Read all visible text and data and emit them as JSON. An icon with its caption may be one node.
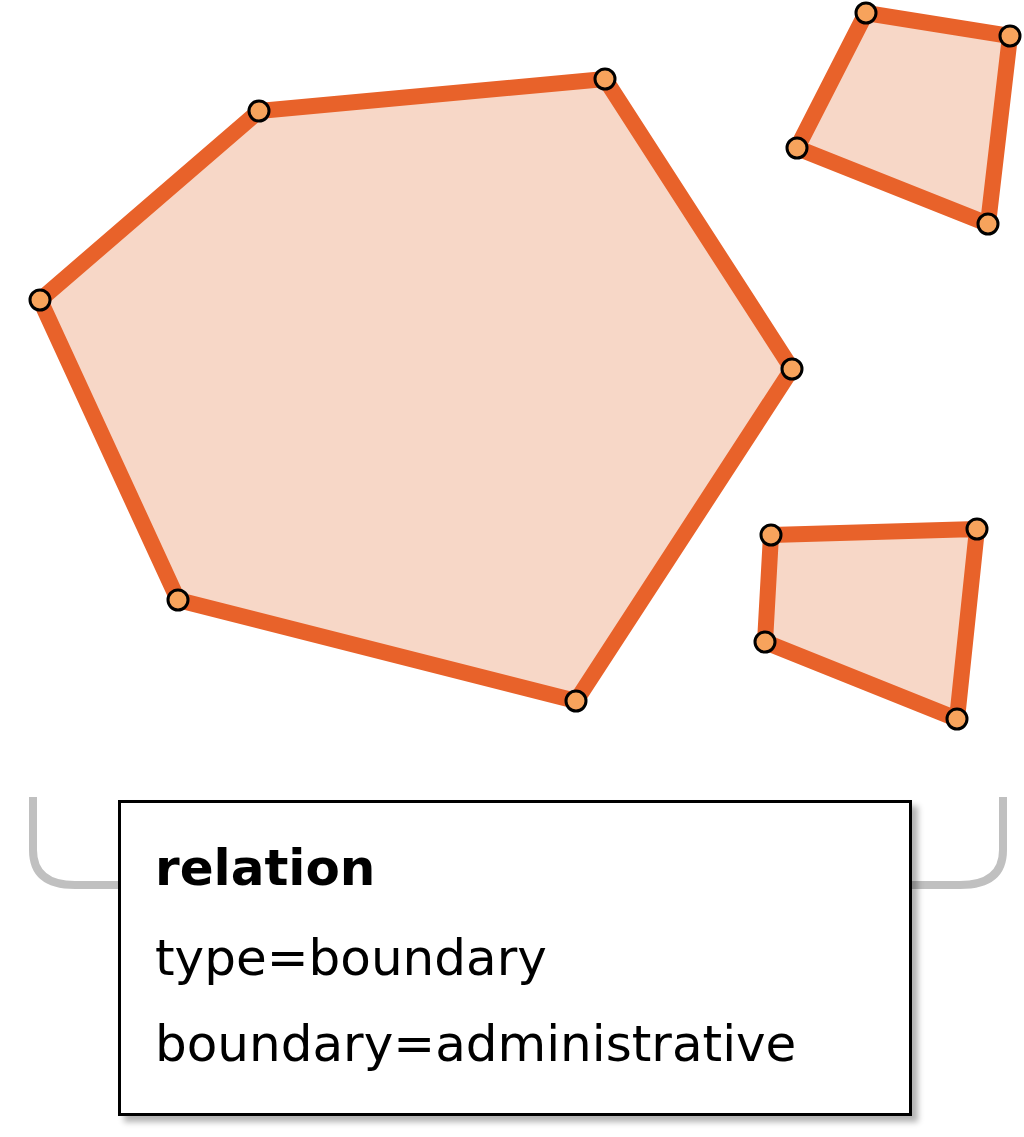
{
  "diagram": {
    "nodes": [
      {
        "text": [
          "relation",
          "type=boundary",
          "boundary=administrative"
        ]
      }
    ]
  }
}
